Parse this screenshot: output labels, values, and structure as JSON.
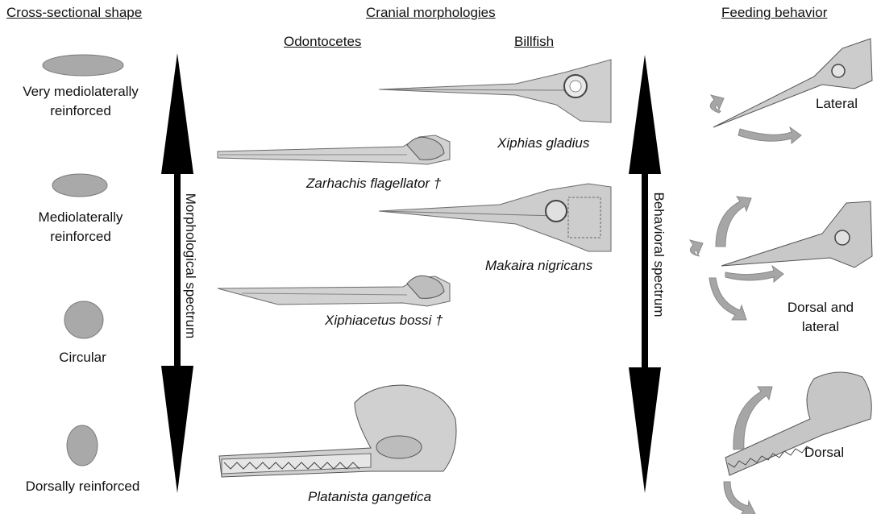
{
  "headers": {
    "cross_section": "Cross-sectional shape",
    "cranial": "Cranial morphologies",
    "odontocetes": "Odontocetes",
    "billfish": "Billfish",
    "feeding": "Feeding behavior"
  },
  "shapes": [
    {
      "label_line1": "Very mediolaterally",
      "label_line2": "reinforced"
    },
    {
      "label_line1": "Mediolaterally",
      "label_line2": "reinforced"
    },
    {
      "label_line1": "Circular",
      "label_line2": ""
    },
    {
      "label_line1": "Dorsally reinforced",
      "label_line2": ""
    }
  ],
  "species": {
    "xiphias": "Xiphias gladius",
    "zarhachis": "Zarhachis flagellator †",
    "makaira": "Makaira nigricans",
    "xiphiacetus": "Xiphiacetus bossi †",
    "platanista": "Platanista gangetica"
  },
  "spectra": {
    "morphological": "Morphological spectrum",
    "behavioral": "Behavioral spectrum"
  },
  "behaviors": {
    "lateral": "Lateral",
    "dorsal_lateral_1": "Dorsal and",
    "dorsal_lateral_2": "lateral",
    "dorsal": "Dorsal"
  },
  "colors": {
    "ellipse_fill": "#a9a9a9",
    "arrow_fill": "#000000",
    "skull": "#c9c9c9",
    "motion_arrow": "#a0a0a0"
  }
}
